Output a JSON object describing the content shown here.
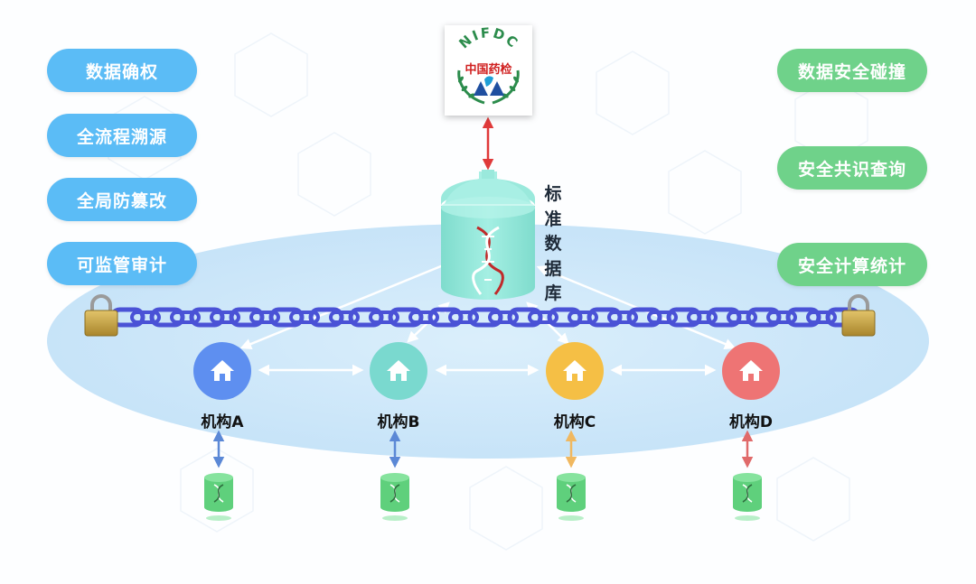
{
  "left_pills": [
    {
      "label": "数据确权"
    },
    {
      "label": "全流程溯源"
    },
    {
      "label": "全局防篡改"
    },
    {
      "label": "可监管审计"
    }
  ],
  "right_pills": [
    {
      "label": "数据安全碰撞"
    },
    {
      "label": "安全共识查询"
    },
    {
      "label": "安全计算统计"
    }
  ],
  "logo": {
    "arc_text": "NIFDC",
    "cn_text": "中国药检"
  },
  "database_label_chars": [
    "标",
    "准",
    "数",
    "据",
    "库"
  ],
  "institutions": [
    {
      "label": "机构A",
      "color": "#5e8ff0",
      "arrow_color": "#5b88d6"
    },
    {
      "label": "机构B",
      "color": "#7ad9cf",
      "arrow_color": "#5b88d6"
    },
    {
      "label": "机构C",
      "color": "#f5bf45",
      "arrow_color": "#f0b860"
    },
    {
      "label": "机构D",
      "color": "#ee7474",
      "arrow_color": "#e06a6a"
    }
  ],
  "colors": {
    "pill_blue": "#5bbcf6",
    "pill_green": "#6fd28a",
    "chain": "#4a52d6",
    "ellipse": "#cfe8fa",
    "database": "#8ee6d8",
    "red_arrow": "#e03a3a",
    "lock": "#c9a64a",
    "cylinder_green": "#5fd07c"
  },
  "icons": {
    "institution": "house-icon",
    "database": "dna-icon",
    "lock": "padlock-icon",
    "logo": "nifdc-emblem-icon"
  }
}
